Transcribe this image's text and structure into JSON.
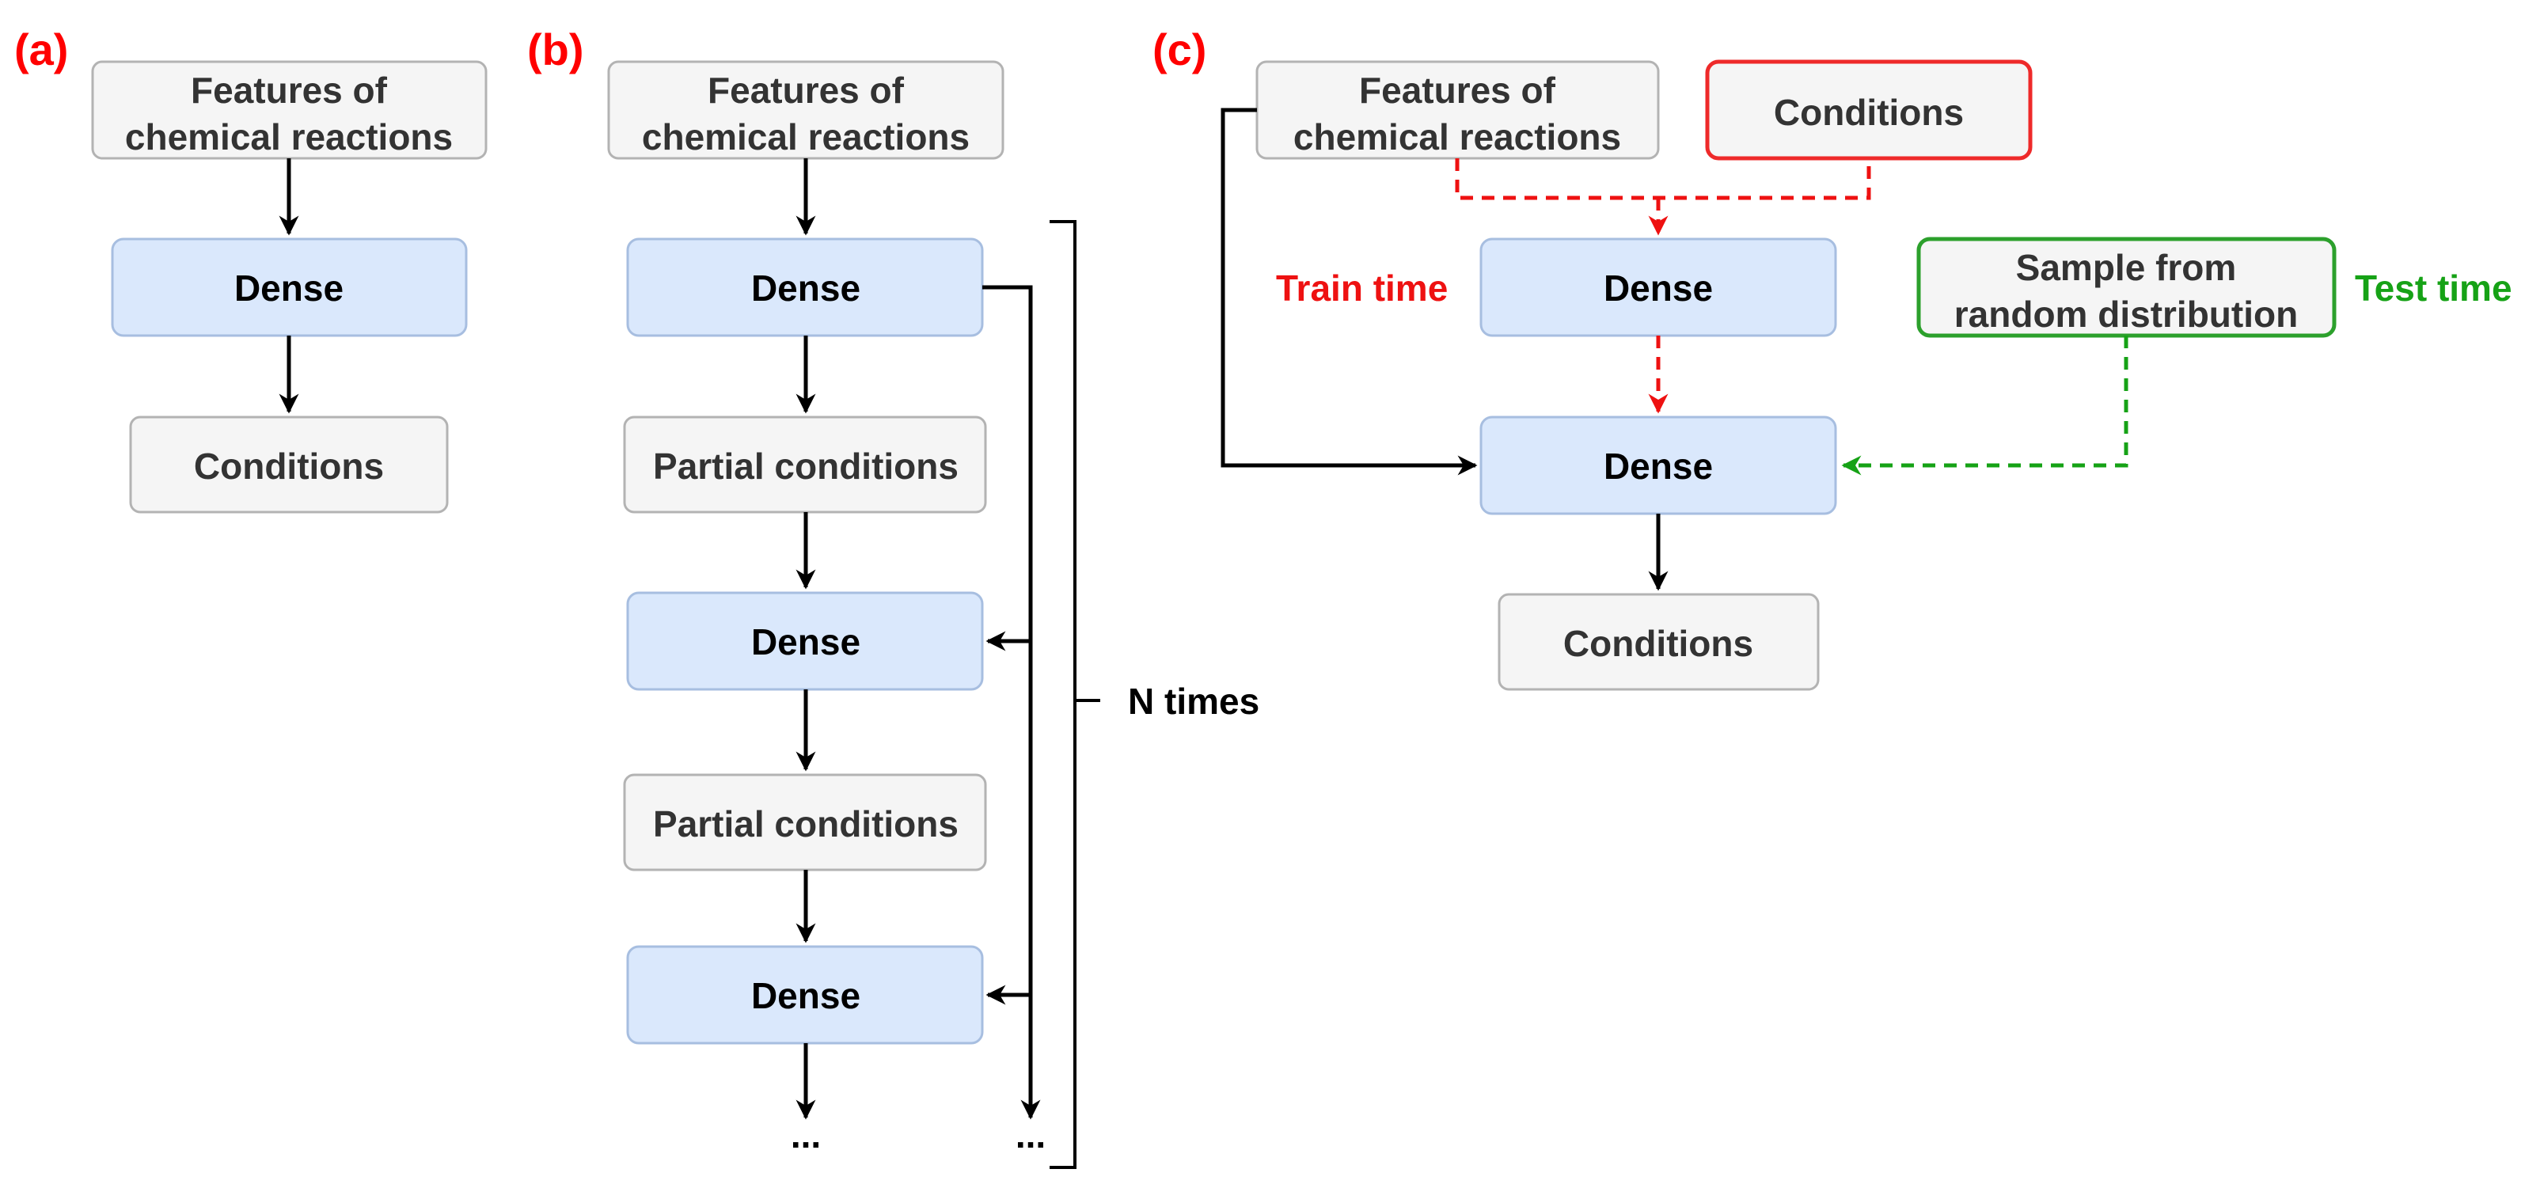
{
  "panels": {
    "a": {
      "label": "(a)",
      "features_line1": "Features of",
      "features_line2": "chemical reactions",
      "dense": "Dense",
      "conditions": "Conditions"
    },
    "b": {
      "label": "(b)",
      "features_line1": "Features of",
      "features_line2": "chemical reactions",
      "dense_1": "Dense",
      "partial_1": "Partial conditions",
      "dense_2": "Dense",
      "partial_2": "Partial conditions",
      "dense_3": "Dense",
      "ellipsis_main": "...",
      "ellipsis_side": "...",
      "repeat_label": "N times"
    },
    "c": {
      "label": "(c)",
      "features_line1": "Features of",
      "features_line2": "chemical reactions",
      "conditions_input": "Conditions",
      "dense_1": "Dense",
      "train_time": "Train time",
      "sample_line1": "Sample from",
      "sample_line2": "random distribution",
      "test_time": "Test time",
      "dense_2": "Dense",
      "conditions_output": "Conditions"
    }
  },
  "colors": {
    "panel_label": "#ff0000",
    "grey_fill": "#f5f5f5",
    "grey_stroke": "#b3b3b3",
    "dense_fill": "#dae8fc",
    "dense_stroke": "#a7bee0",
    "train_path": "#ee1111",
    "test_path": "#16a216"
  }
}
